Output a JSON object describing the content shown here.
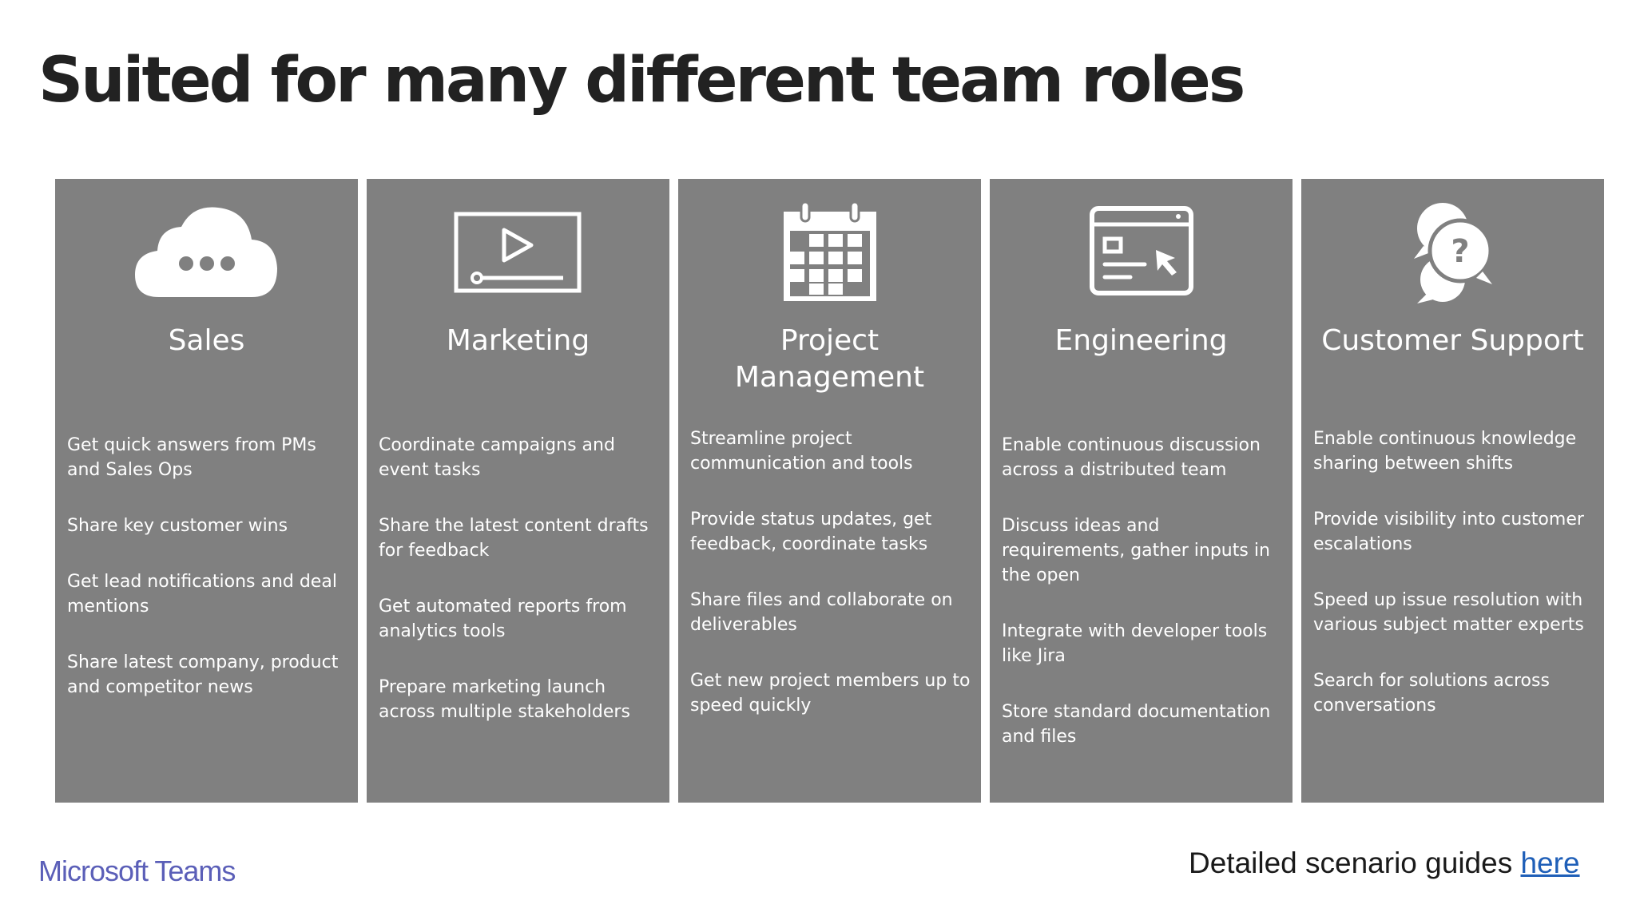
{
  "title": "Suited for many different team roles",
  "colors": {
    "card_bg": "#808080",
    "text_white": "#ffffff",
    "brand": "#5b5fb8",
    "link": "#1f5fb8"
  },
  "cards": [
    {
      "icon": "cloud-icon",
      "title": "Sales",
      "points": [
        "Get quick answers from PMs and Sales Ops",
        "Share key customer wins",
        "Get lead notifications and deal mentions",
        "Share latest company, product and competitor news"
      ]
    },
    {
      "icon": "video-icon",
      "title": "Marketing",
      "points": [
        "Coordinate campaigns and event tasks",
        "Share the latest content drafts for feedback",
        "Get automated reports from analytics tools",
        "Prepare marketing launch across multiple stakeholders"
      ]
    },
    {
      "icon": "calendar-icon",
      "title": "Project Management",
      "points": [
        "Streamline project communication and tools",
        "Provide status updates, get feedback, coordinate tasks",
        "Share files and collaborate on deliverables",
        "Get new project members up to speed quickly"
      ]
    },
    {
      "icon": "browser-cursor-icon",
      "title": "Engineering",
      "points": [
        "Enable continuous discussion across a distributed team",
        "Discuss ideas and requirements, gather inputs in the open",
        "Integrate with developer tools like Jira",
        "Store standard documentation and files"
      ]
    },
    {
      "icon": "chat-question-icon",
      "title": "Customer Support",
      "points": [
        "Enable continuous knowledge sharing between shifts",
        "Provide visibility into customer escalations",
        "Speed up issue resolution with various subject matter experts",
        "Search for solutions across conversations"
      ]
    }
  ],
  "footer": {
    "brand": "Microsoft Teams",
    "guide_text": "Detailed scenario guides ",
    "guide_link": "here"
  }
}
